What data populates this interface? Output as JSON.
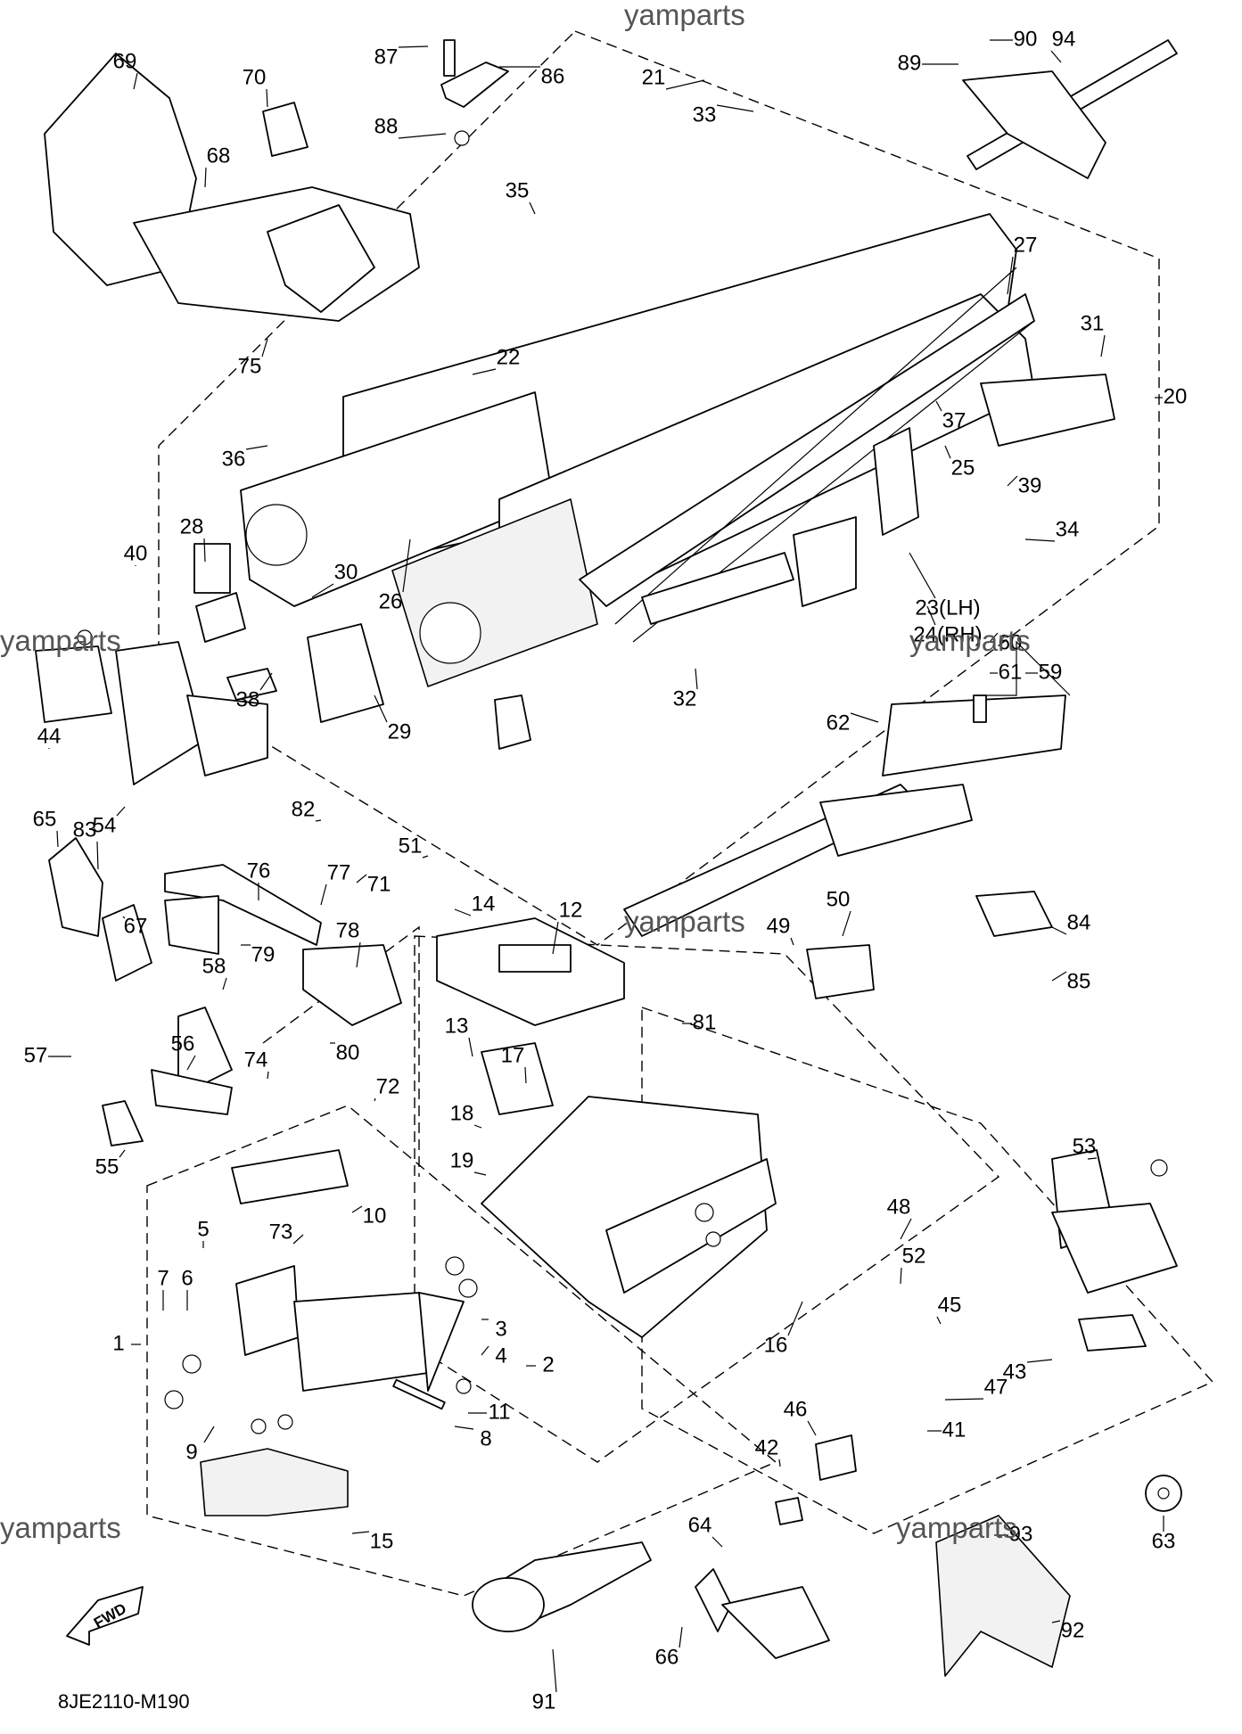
{
  "watermark": "yamparts",
  "diagram_code": "8JE2110-M190",
  "fwd_label": "FWD",
  "callouts": [
    "1",
    "2",
    "3",
    "4",
    "5",
    "6",
    "7",
    "8",
    "9",
    "10",
    "11",
    "12",
    "13",
    "14",
    "15",
    "16",
    "17",
    "18",
    "19",
    "20",
    "21",
    "22",
    "23(LH)",
    "24(RH)",
    "25",
    "26",
    "27",
    "28",
    "29",
    "30",
    "31",
    "32",
    "33",
    "34",
    "35",
    "36",
    "37",
    "38",
    "39",
    "40",
    "41",
    "42",
    "43",
    "44",
    "45",
    "46",
    "47",
    "48",
    "49",
    "50",
    "51",
    "52",
    "53",
    "54",
    "55",
    "56",
    "57",
    "58",
    "59",
    "60",
    "61",
    "62",
    "63",
    "64",
    "65",
    "66",
    "67",
    "68",
    "69",
    "70",
    "71",
    "72",
    "73",
    "74",
    "75",
    "76",
    "77",
    "78",
    "79",
    "80",
    "81",
    "82",
    "83",
    "84",
    "85",
    "86",
    "87",
    "88",
    "89",
    "90",
    "91",
    "92",
    "93",
    "94"
  ]
}
